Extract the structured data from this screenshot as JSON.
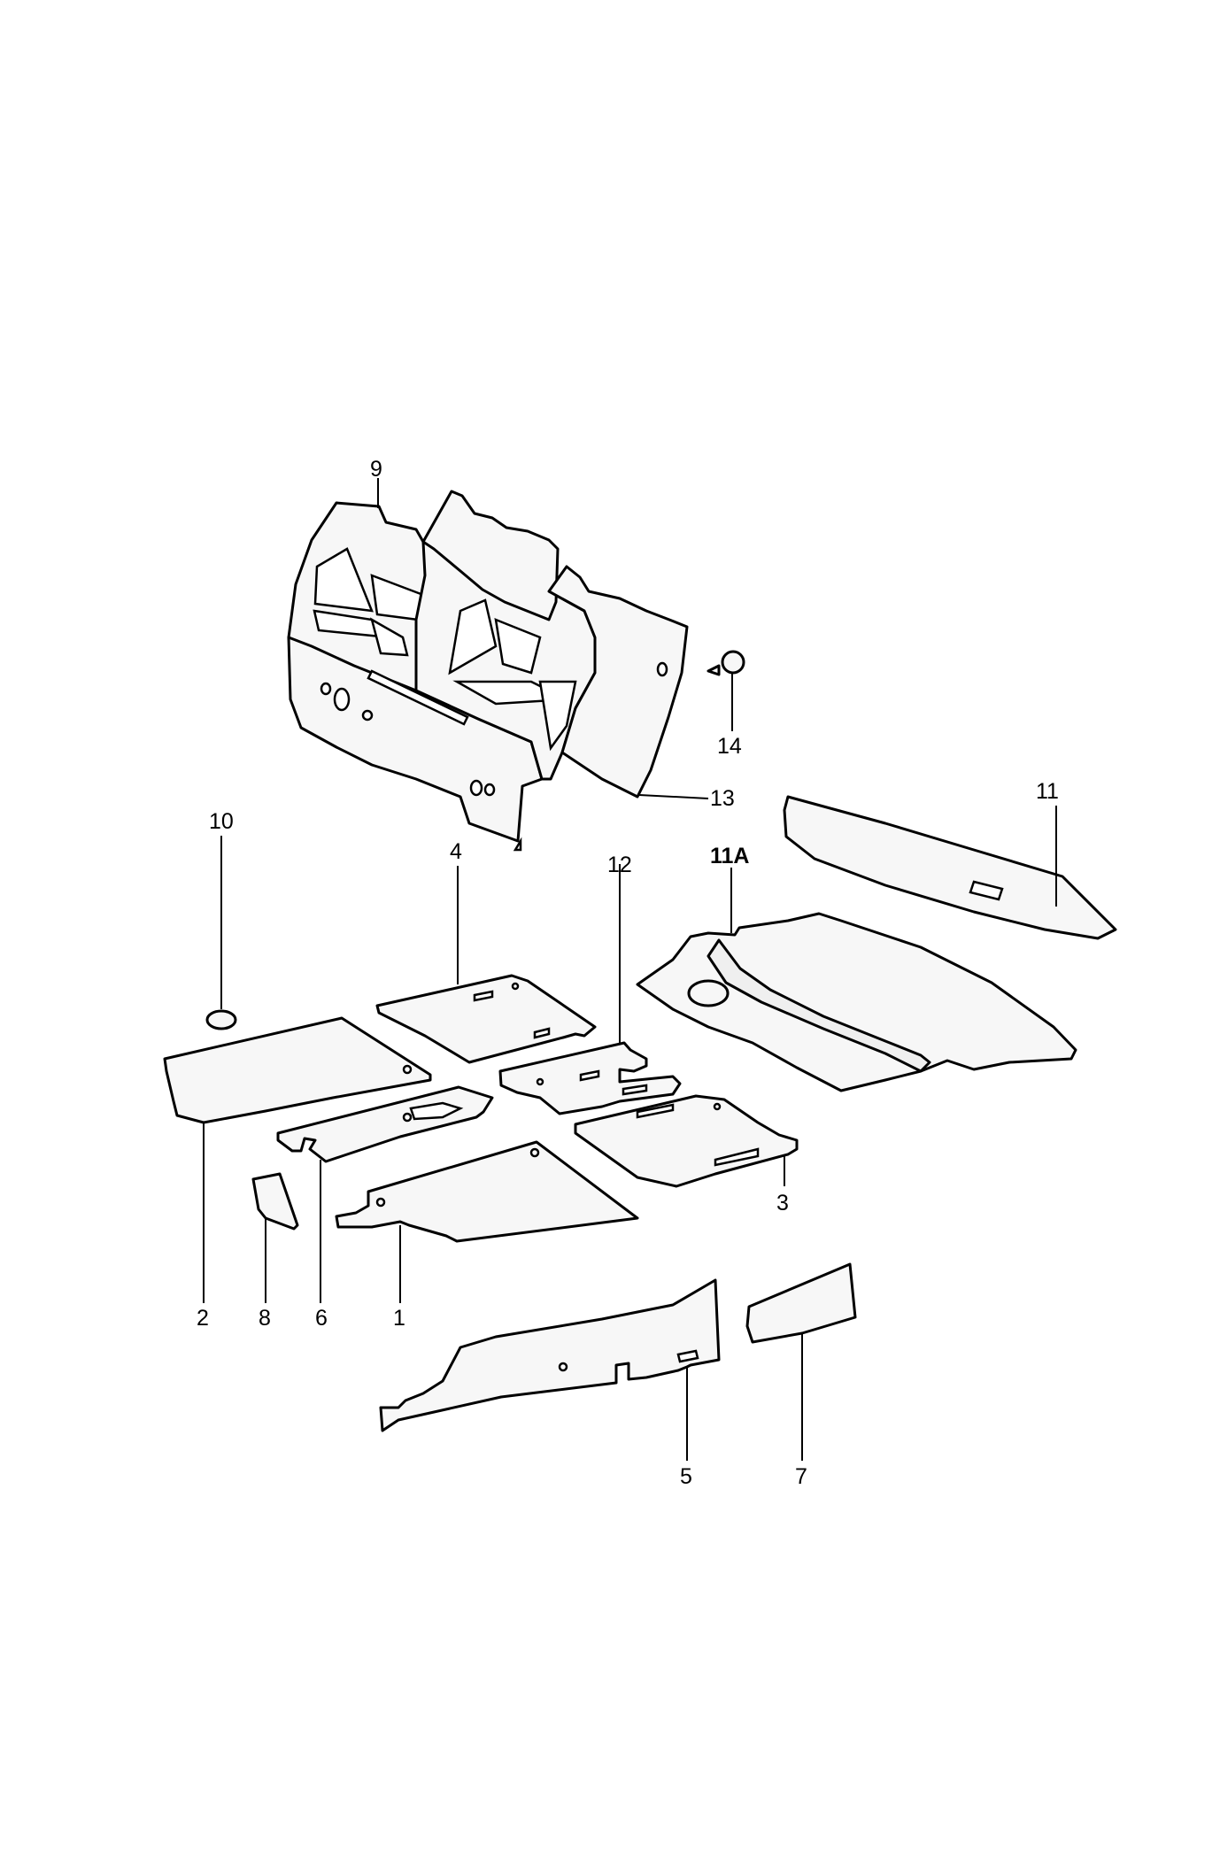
{
  "diagram": {
    "callouts": {
      "c1": "1",
      "c2": "2",
      "c3": "3",
      "c4": "4",
      "c5": "5",
      "c6": "6",
      "c7": "7",
      "c8": "8",
      "c9": "9",
      "c10": "10",
      "c11": "11",
      "c11a": "11A",
      "c12": "12",
      "c13": "13",
      "c14": "14"
    }
  }
}
